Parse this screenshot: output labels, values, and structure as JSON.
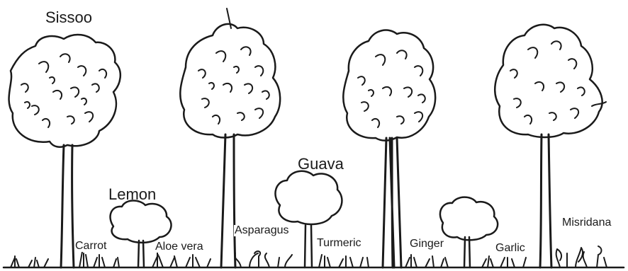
{
  "labels": {
    "sissoo": "Sissoo",
    "lemon": "Lemon",
    "guava": "Guava",
    "carrot": "Carrot",
    "aloe_vera": "Aloe vera",
    "asparagus": "Asparagus",
    "turmeric": "Turmeric",
    "ginger": "Ginger",
    "garlic": "Garlic",
    "misridana": "Misridana"
  },
  "colors": {
    "ink": "#1a1a1a",
    "background": "#ffffff"
  }
}
